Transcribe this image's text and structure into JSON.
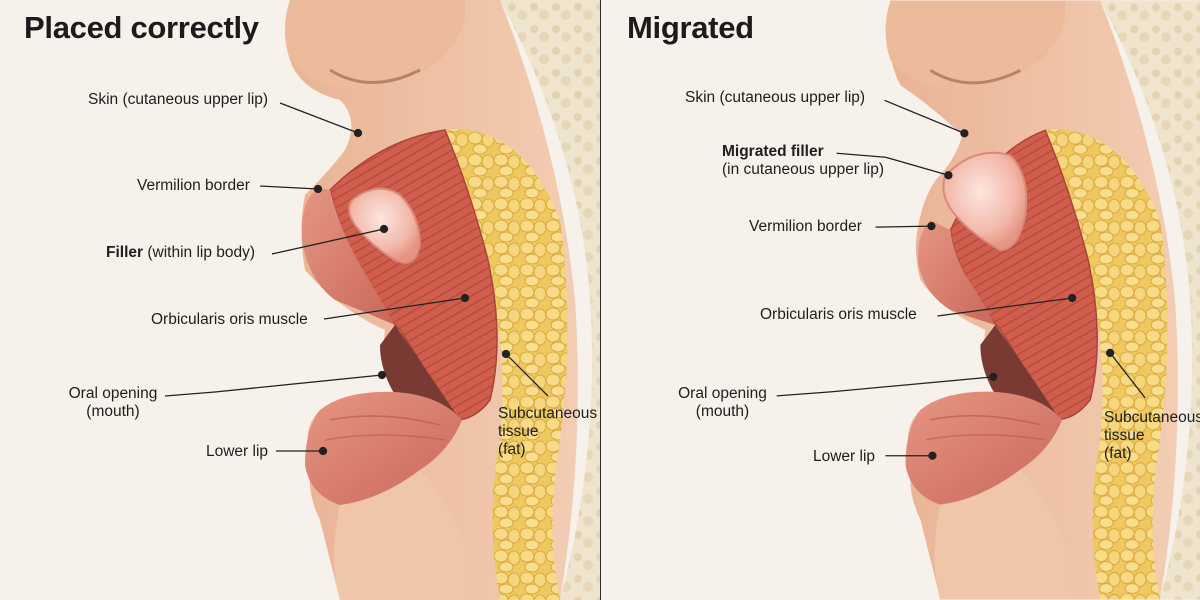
{
  "left_panel": {
    "title": "Placed correctly",
    "labels": {
      "skin": "Skin (cutaneous upper lip)",
      "vermilion": "Vermilion border",
      "filler_bold": "Filler",
      "filler_rest": " (within lip body)",
      "muscle": "Orbicularis oris muscle",
      "oral_line1": "Oral opening",
      "oral_line2": "(mouth)",
      "lower_lip": "Lower lip",
      "subcut_line1": "Subcutaneous",
      "subcut_line2": "tissue",
      "subcut_line3": "(fat)"
    }
  },
  "right_panel": {
    "title": "Migrated",
    "labels": {
      "skin": "Skin (cutaneous upper lip)",
      "migrated_line1": "Migrated filler",
      "migrated_line2": "(in cutaneous upper lip)",
      "vermilion": "Vermilion border",
      "muscle": "Orbicularis oris muscle",
      "oral_line1": "Oral opening",
      "oral_line2": "(mouth)",
      "lower_lip": "Lower lip",
      "subcut_line1": "Subcutaneous",
      "subcut_line2": "tissue",
      "subcut_line3": "(fat)"
    }
  },
  "colors": {
    "background": "#f6f1ea",
    "skin": "#f0c3a8",
    "lip": "#d9806e",
    "muscle": "#cc5a4a",
    "fat": "#f3d274",
    "filler": "#f5c7bc",
    "bone": "#ece0c8",
    "divider": "#2b2b2b"
  }
}
